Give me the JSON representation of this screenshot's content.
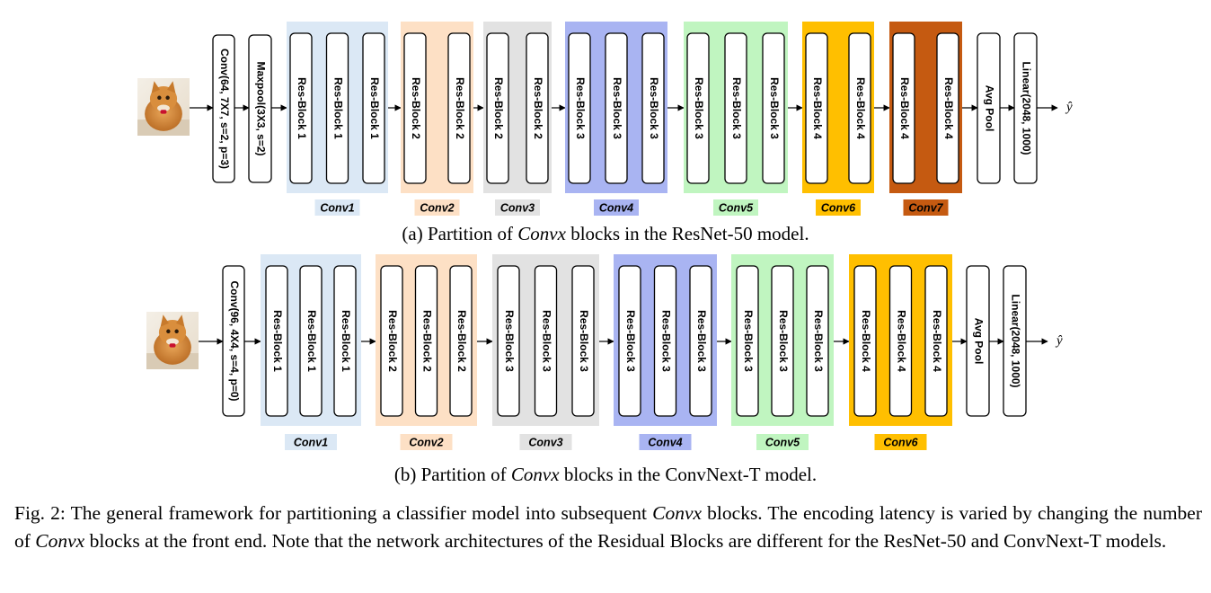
{
  "colors": {
    "conv1": "#dbe8f5",
    "conv2": "#fde0c5",
    "conv3": "#e2e2e2",
    "conv4": "#a9b4f2",
    "conv5": "#c0f5c0",
    "conv6": "#ffbf00",
    "conv7": "#c55a11"
  },
  "panel_a": {
    "caption_prefix": "(a) Partition of",
    "caption_var": "Convx",
    "caption_suffix": "blocks in the ResNet-50 model.",
    "image_icon": "cat-photo",
    "input_layers": [
      "Conv(64, 7X7, s=2, p=3)",
      "Maxpool(3X3, s=2)"
    ],
    "groups": [
      {
        "label": "Conv1",
        "color": "conv1",
        "blocks": [
          "Res-Block 1",
          "Res-Block 1",
          "Res-Block 1"
        ]
      },
      {
        "label": "Conv2",
        "color": "conv2",
        "blocks": [
          "Res-Block 2",
          "Res-Block 2"
        ]
      },
      {
        "label": "Conv3",
        "color": "conv3",
        "blocks": [
          "Res-Block 2",
          "Res-Block 2"
        ]
      },
      {
        "label": "Conv4",
        "color": "conv4",
        "blocks": [
          "Res-Block 3",
          "Res-Block 3",
          "Res-Block 3"
        ]
      },
      {
        "label": "Conv5",
        "color": "conv5",
        "blocks": [
          "Res-Block 3",
          "Res-Block 3",
          "Res-Block 3"
        ]
      },
      {
        "label": "Conv6",
        "color": "conv6",
        "blocks": [
          "Res-Block 4",
          "Res-Block 4"
        ]
      },
      {
        "label": "Conv7",
        "color": "conv7",
        "blocks": [
          "Res-Block 4",
          "Res-Block 4"
        ]
      }
    ],
    "output_layers": [
      "Avg Pool",
      "Linear(2048, 1000)"
    ],
    "output_symbol": "ŷ"
  },
  "panel_b": {
    "caption_prefix": "(b) Partition of",
    "caption_var": "Convx",
    "caption_suffix": "blocks in the ConvNext-T model.",
    "image_icon": "cat-photo",
    "input_layers": [
      "Conv(96, 4X4, s=4, p=0)"
    ],
    "groups": [
      {
        "label": "Conv1",
        "color": "conv1",
        "blocks": [
          "Res-Block 1",
          "Res-Block 1",
          "Res-Block 1"
        ]
      },
      {
        "label": "Conv2",
        "color": "conv2",
        "blocks": [
          "Res-Block 2",
          "Res-Block 2",
          "Res-Block 2"
        ]
      },
      {
        "label": "Conv3",
        "color": "conv3",
        "blocks": [
          "Res-Block 3",
          "Res-Block 3",
          "Res-Block 3"
        ]
      },
      {
        "label": "Conv4",
        "color": "conv4",
        "blocks": [
          "Res-Block 3",
          "Res-Block 3",
          "Res-Block 3"
        ]
      },
      {
        "label": "Conv5",
        "color": "conv5",
        "blocks": [
          "Res-Block 3",
          "Res-Block 3",
          "Res-Block 3"
        ]
      },
      {
        "label": "Conv6",
        "color": "conv6",
        "blocks": [
          "Res-Block 4",
          "Res-Block 4",
          "Res-Block 4"
        ]
      }
    ],
    "output_layers": [
      "Avg Pool",
      "Linear(2048, 1000)"
    ],
    "output_symbol": "ŷ"
  },
  "caption": {
    "p1": "Fig. 2: The general framework for partitioning a classifier model into subsequent",
    "v1": "Convx",
    "p2": "blocks. The encoding latency is varied by changing the number of",
    "v2": "Convx",
    "p3": "blocks at the front end. Note that the network architectures of the Residual Blocks are different for the ResNet-50 and ConvNext-T models."
  }
}
